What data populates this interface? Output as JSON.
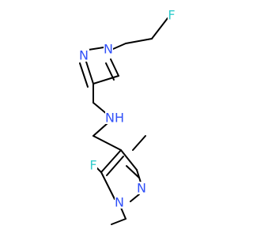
{
  "molecule": {
    "atoms": [
      {
        "id": "F1",
        "symbol": "F",
        "color": "#33cccc"
      },
      {
        "id": "N1",
        "symbol": "N",
        "color": "#3050f8"
      },
      {
        "id": "N2",
        "symbol": "N",
        "color": "#3050f8"
      },
      {
        "id": "NH",
        "symbol": "NH",
        "color": "#3050f8"
      },
      {
        "id": "F2",
        "symbol": "F",
        "color": "#33cccc"
      },
      {
        "id": "N3",
        "symbol": "N",
        "color": "#3050f8"
      },
      {
        "id": "N4",
        "symbol": "N",
        "color": "#3050f8"
      }
    ]
  }
}
